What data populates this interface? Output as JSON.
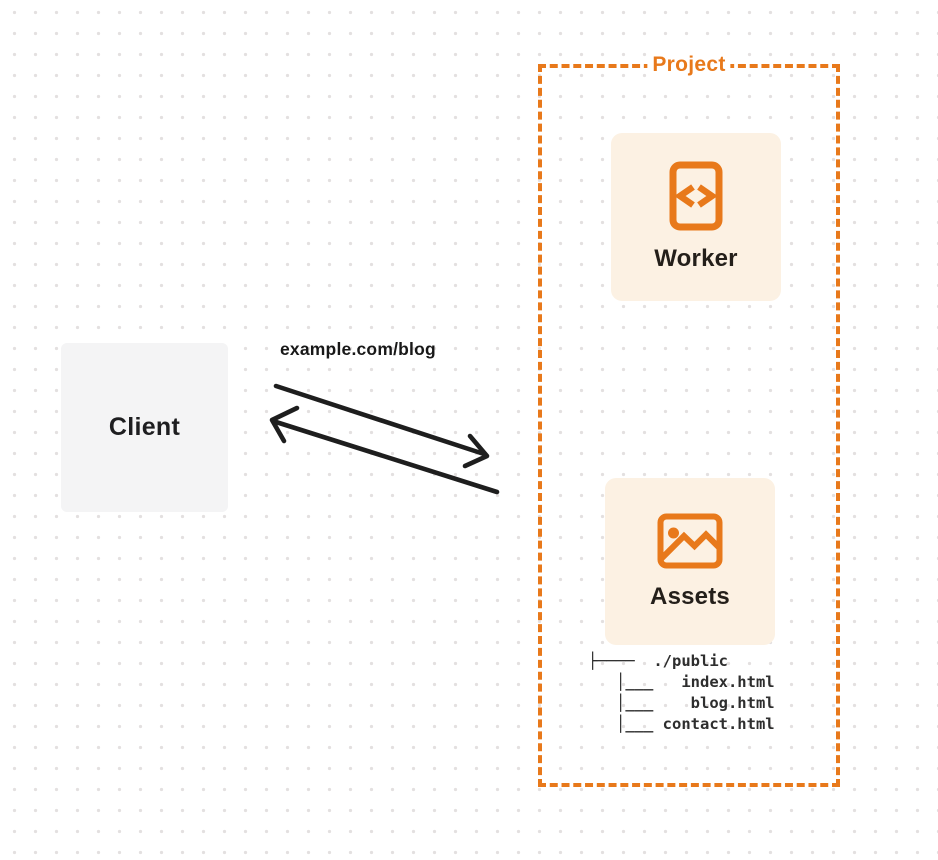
{
  "diagram": {
    "client": {
      "label": "Client"
    },
    "request_label": "example.com/blog",
    "arrows": {
      "request_direction": "client-to-project",
      "response_direction": "project-to-client"
    },
    "project": {
      "label": "Project",
      "worker": {
        "label": "Worker",
        "icon": "code-file-icon"
      },
      "assets": {
        "label": "Assets",
        "icon": "image-icon"
      },
      "file_tree": {
        "lines": [
          "├────  ./public",
          "   │___   index.html",
          "   │___    blog.html",
          "   │___ contact.html"
        ]
      }
    },
    "colors": {
      "accent_orange": "#e8791b",
      "card_background": "#fcf1e3",
      "client_background": "#f4f4f5",
      "arrow_dark": "#1e1e1e",
      "dot_grid": "#e3e0e0"
    }
  }
}
